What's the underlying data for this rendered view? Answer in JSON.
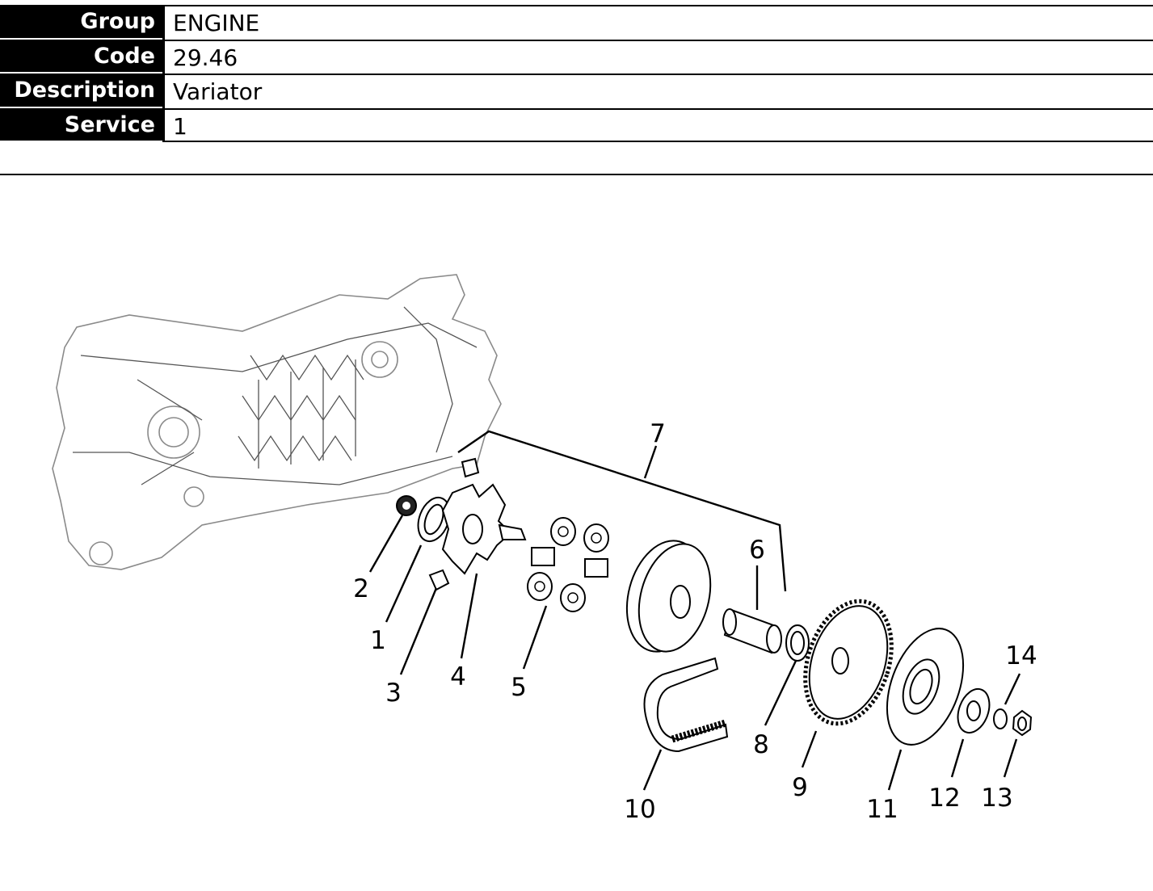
{
  "info": {
    "rows": [
      {
        "label": "Group",
        "value": "ENGINE"
      },
      {
        "label": "Code",
        "value": "29.46"
      },
      {
        "label": "Description",
        "value": "Variator"
      },
      {
        "label": "Service",
        "value": "1"
      }
    ]
  },
  "diagram": {
    "callouts": [
      "1",
      "2",
      "3",
      "4",
      "5",
      "6",
      "7",
      "8",
      "9",
      "10",
      "11",
      "12",
      "13",
      "14"
    ]
  }
}
